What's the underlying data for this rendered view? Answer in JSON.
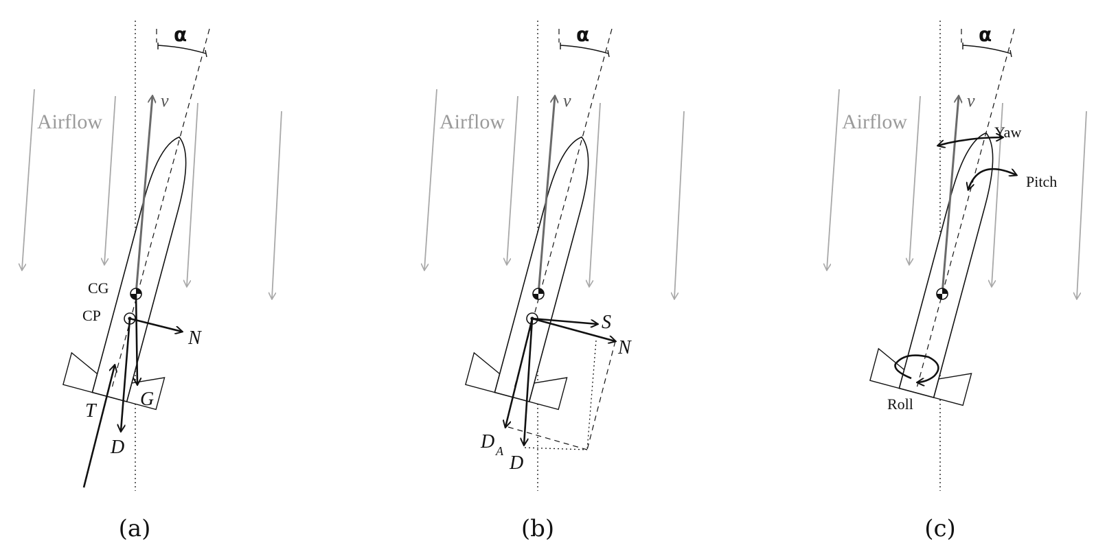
{
  "panels": [
    {
      "id": "a",
      "caption": "(a)",
      "alpha": "α",
      "airflow": "Airflow",
      "velocity": "v",
      "cg": "CG",
      "cp": "CP",
      "forces": {
        "normal": "N",
        "gravity": "G",
        "thrust": "T",
        "drag": "D"
      }
    },
    {
      "id": "b",
      "caption": "(b)",
      "alpha": "α",
      "airflow": "Airflow",
      "velocity": "v",
      "forces": {
        "side": "S",
        "normal": "N",
        "axial_drag": "D",
        "axial_drag_sub": "A",
        "drag": "D"
      }
    },
    {
      "id": "c",
      "caption": "(c)",
      "alpha": "α",
      "airflow": "Airflow",
      "velocity": "v",
      "rotations": {
        "yaw": "Yaw",
        "pitch": "Pitch",
        "roll": "Roll"
      }
    }
  ]
}
